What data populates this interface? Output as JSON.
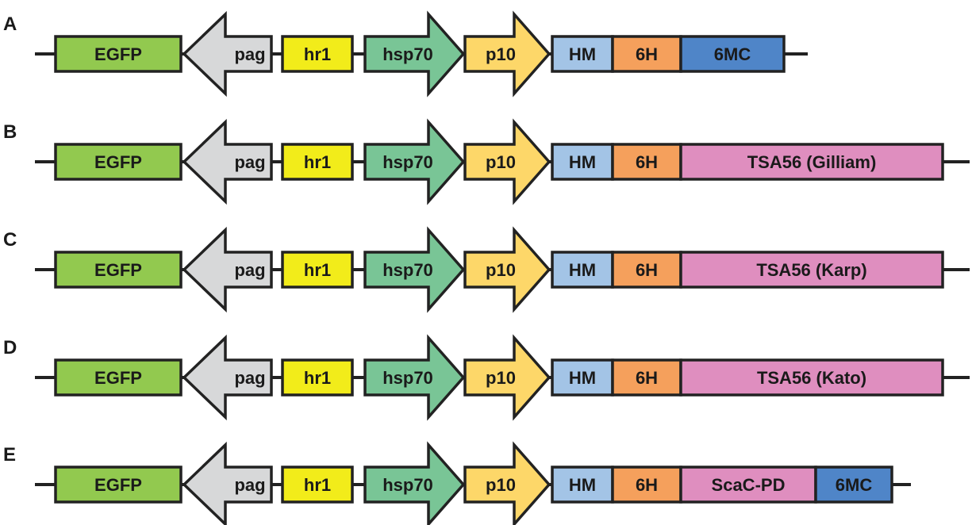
{
  "colors": {
    "EGFP": "#92c94f",
    "pag": "#d7d8d9",
    "hr1": "#f2ec1a",
    "hsp70": "#79c596",
    "p10": "#fdd769",
    "HM": "#a3c4e6",
    "6H": "#f5a05c",
    "TSA56": "#df8ebf",
    "ScaC": "#df8ebf",
    "6MC": "#4f85c8",
    "outline": "#222222"
  },
  "constructs": [
    {
      "panel": "A",
      "segments": [
        {
          "type": "box",
          "label": "EGFP",
          "color_key": "EGFP"
        },
        {
          "type": "arrow-left",
          "label": "pag",
          "color_key": "pag"
        },
        {
          "type": "box",
          "label": "hr1",
          "color_key": "hr1"
        },
        {
          "type": "arrow-right",
          "label": "hsp70",
          "color_key": "hsp70"
        },
        {
          "type": "arrow-right",
          "label": "p10",
          "color_key": "p10"
        },
        {
          "type": "box",
          "label": "HM",
          "color_key": "HM"
        },
        {
          "type": "box",
          "label": "6H",
          "color_key": "6H"
        },
        {
          "type": "box",
          "label": "6MC",
          "color_key": "6MC"
        }
      ]
    },
    {
      "panel": "B",
      "segments": [
        {
          "type": "box",
          "label": "EGFP",
          "color_key": "EGFP"
        },
        {
          "type": "arrow-left",
          "label": "pag",
          "color_key": "pag"
        },
        {
          "type": "box",
          "label": "hr1",
          "color_key": "hr1"
        },
        {
          "type": "arrow-right",
          "label": "hsp70",
          "color_key": "hsp70"
        },
        {
          "type": "arrow-right",
          "label": "p10",
          "color_key": "p10"
        },
        {
          "type": "box",
          "label": "HM",
          "color_key": "HM"
        },
        {
          "type": "box",
          "label": "6H",
          "color_key": "6H"
        },
        {
          "type": "box",
          "label": "TSA56 (Gilliam)",
          "color_key": "TSA56"
        }
      ]
    },
    {
      "panel": "C",
      "segments": [
        {
          "type": "box",
          "label": "EGFP",
          "color_key": "EGFP"
        },
        {
          "type": "arrow-left",
          "label": "pag",
          "color_key": "pag"
        },
        {
          "type": "box",
          "label": "hr1",
          "color_key": "hr1"
        },
        {
          "type": "arrow-right",
          "label": "hsp70",
          "color_key": "hsp70"
        },
        {
          "type": "arrow-right",
          "label": "p10",
          "color_key": "p10"
        },
        {
          "type": "box",
          "label": "HM",
          "color_key": "HM"
        },
        {
          "type": "box",
          "label": "6H",
          "color_key": "6H"
        },
        {
          "type": "box",
          "label": "TSA56 (Karp)",
          "color_key": "TSA56"
        }
      ]
    },
    {
      "panel": "D",
      "segments": [
        {
          "type": "box",
          "label": "EGFP",
          "color_key": "EGFP"
        },
        {
          "type": "arrow-left",
          "label": "pag",
          "color_key": "pag"
        },
        {
          "type": "box",
          "label": "hr1",
          "color_key": "hr1"
        },
        {
          "type": "arrow-right",
          "label": "hsp70",
          "color_key": "hsp70"
        },
        {
          "type": "arrow-right",
          "label": "p10",
          "color_key": "p10"
        },
        {
          "type": "box",
          "label": "HM",
          "color_key": "HM"
        },
        {
          "type": "box",
          "label": "6H",
          "color_key": "6H"
        },
        {
          "type": "box",
          "label": "TSA56 (Kato)",
          "color_key": "TSA56"
        }
      ]
    },
    {
      "panel": "E",
      "segments": [
        {
          "type": "box",
          "label": "EGFP",
          "color_key": "EGFP"
        },
        {
          "type": "arrow-left",
          "label": "pag",
          "color_key": "pag"
        },
        {
          "type": "box",
          "label": "hr1",
          "color_key": "hr1"
        },
        {
          "type": "arrow-right",
          "label": "hsp70",
          "color_key": "hsp70"
        },
        {
          "type": "arrow-right",
          "label": "p10",
          "color_key": "p10"
        },
        {
          "type": "box",
          "label": "HM",
          "color_key": "HM"
        },
        {
          "type": "box",
          "label": "6H",
          "color_key": "6H"
        },
        {
          "type": "box",
          "label": "ScaC-PD",
          "color_key": "ScaC"
        },
        {
          "type": "box",
          "label": "6MC",
          "color_key": "6MC"
        }
      ]
    }
  ]
}
